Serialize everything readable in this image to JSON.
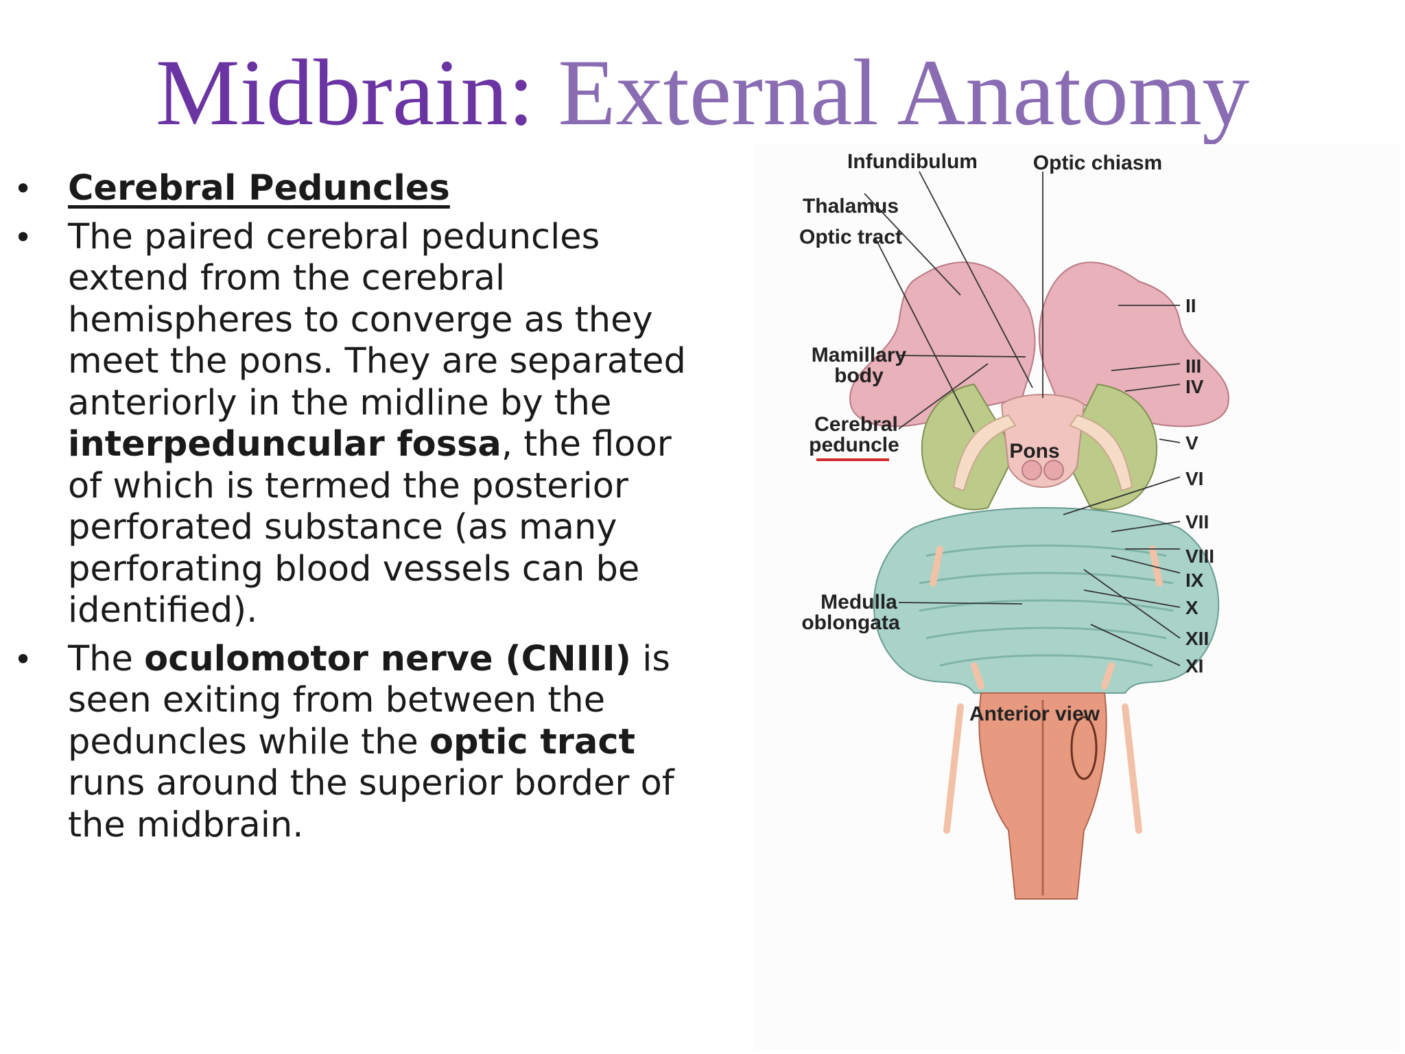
{
  "title": {
    "part1": "Midbrain:",
    "part2": "External Anatomy"
  },
  "bullets": {
    "heading": "Cerebral Peduncles",
    "p1_a": "The paired cerebral peduncles extend from the cerebral hemispheres to converge as they meet the pons. They are separated anteriorly in the midline by the ",
    "p1_b": "interpeduncular fossa",
    "p1_c": ", the floor of which is termed the posterior perforated substance (as many perforating blood vessels can be identified).",
    "p2_a": "The ",
    "p2_b": "oculomotor nerve (CNIII)",
    "p2_c": " is seen exiting from between the peduncles while the ",
    "p2_d": "optic tract",
    "p2_e": " runs around the superior border of the midbrain."
  },
  "figure": {
    "labels": {
      "infundibulum": "Infundibulum",
      "optic_chiasm": "Optic chiasm",
      "thalamus": "Thalamus",
      "optic_tract": "Optic tract",
      "mamillary_1": "Mamillary",
      "mamillary_2": "body",
      "cerebral_1": "Cerebral",
      "cerebral_2": "peduncle",
      "pons": "Pons",
      "medulla_1": "Medulla",
      "medulla_2": "oblongata",
      "caption": "Anterior view"
    },
    "nerves": [
      "II",
      "III",
      "IV",
      "V",
      "VI",
      "VII",
      "VIII",
      "IX",
      "X",
      "XII",
      "XI"
    ],
    "colors": {
      "thalamus": "#e9b1b9",
      "peduncle": "#bccb8a",
      "pons": "#a9d3c8",
      "medulla": "#e89a80",
      "highlight_underline": "#d0292b"
    }
  }
}
